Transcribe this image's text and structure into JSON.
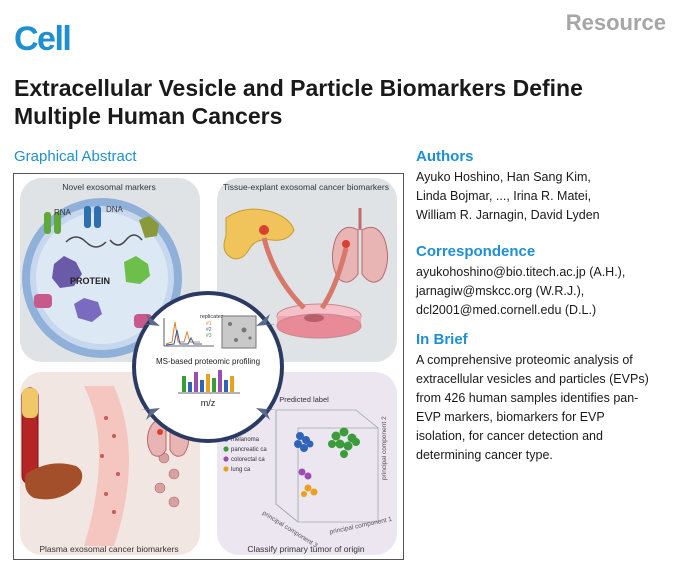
{
  "journal": "Cell",
  "section_type": "Resource",
  "title": "Extracellular Vesicle and Particle Biomarkers Define Multiple Human Cancers",
  "graphical_abstract": {
    "heading": "Graphical Abstract",
    "panel_labels": {
      "top_left": "Novel exosomal markers",
      "top_right": "Tissue-explant exosomal cancer biomarkers",
      "bottom_left": "Plasma exosomal cancer biomarkers",
      "bottom_right": "Classify primary tumor of origin"
    },
    "vesicle_labels": {
      "rna": "RNA",
      "dna": "DNA",
      "protein": "PROTEIN"
    },
    "center": {
      "label": "MS-based proteomic profiling",
      "axis": "m/z",
      "replicates_title": "replicates",
      "replicates": [
        "#1",
        "#2",
        "#3"
      ]
    },
    "pca": {
      "title": "Predicted label",
      "legend": [
        {
          "label": "melanoma",
          "color": "#2f64b8"
        },
        {
          "label": "pancreatic ca",
          "color": "#3a9c3a"
        },
        {
          "label": "colorectal ca",
          "color": "#9a4fb0"
        },
        {
          "label": "lung ca",
          "color": "#e8a020"
        }
      ],
      "axes": [
        "principal component 1",
        "principal component 2",
        "principal component 3"
      ]
    }
  },
  "authors": {
    "heading": "Authors",
    "lines": [
      "Ayuko Hoshino, Han Sang Kim,",
      "Linda Bojmar, ..., Irina R. Matei,",
      "William R. Jarnagin, David Lyden"
    ]
  },
  "correspondence": {
    "heading": "Correspondence",
    "lines": [
      "ayukohoshino@bio.titech.ac.jp (A.H.),",
      "jarnagiw@mskcc.org (W.R.J.),",
      "dcl2001@med.cornell.edu (D.L.)"
    ]
  },
  "in_brief": {
    "heading": "In Brief",
    "lines": [
      "A comprehensive proteomic analysis of",
      "extracellular vesicles and particles (EVPs)",
      "from 426 human samples identifies pan-",
      "EVP markers, biomarkers for EVP",
      "isolation, for cancer detection and",
      "determining cancer type."
    ]
  }
}
